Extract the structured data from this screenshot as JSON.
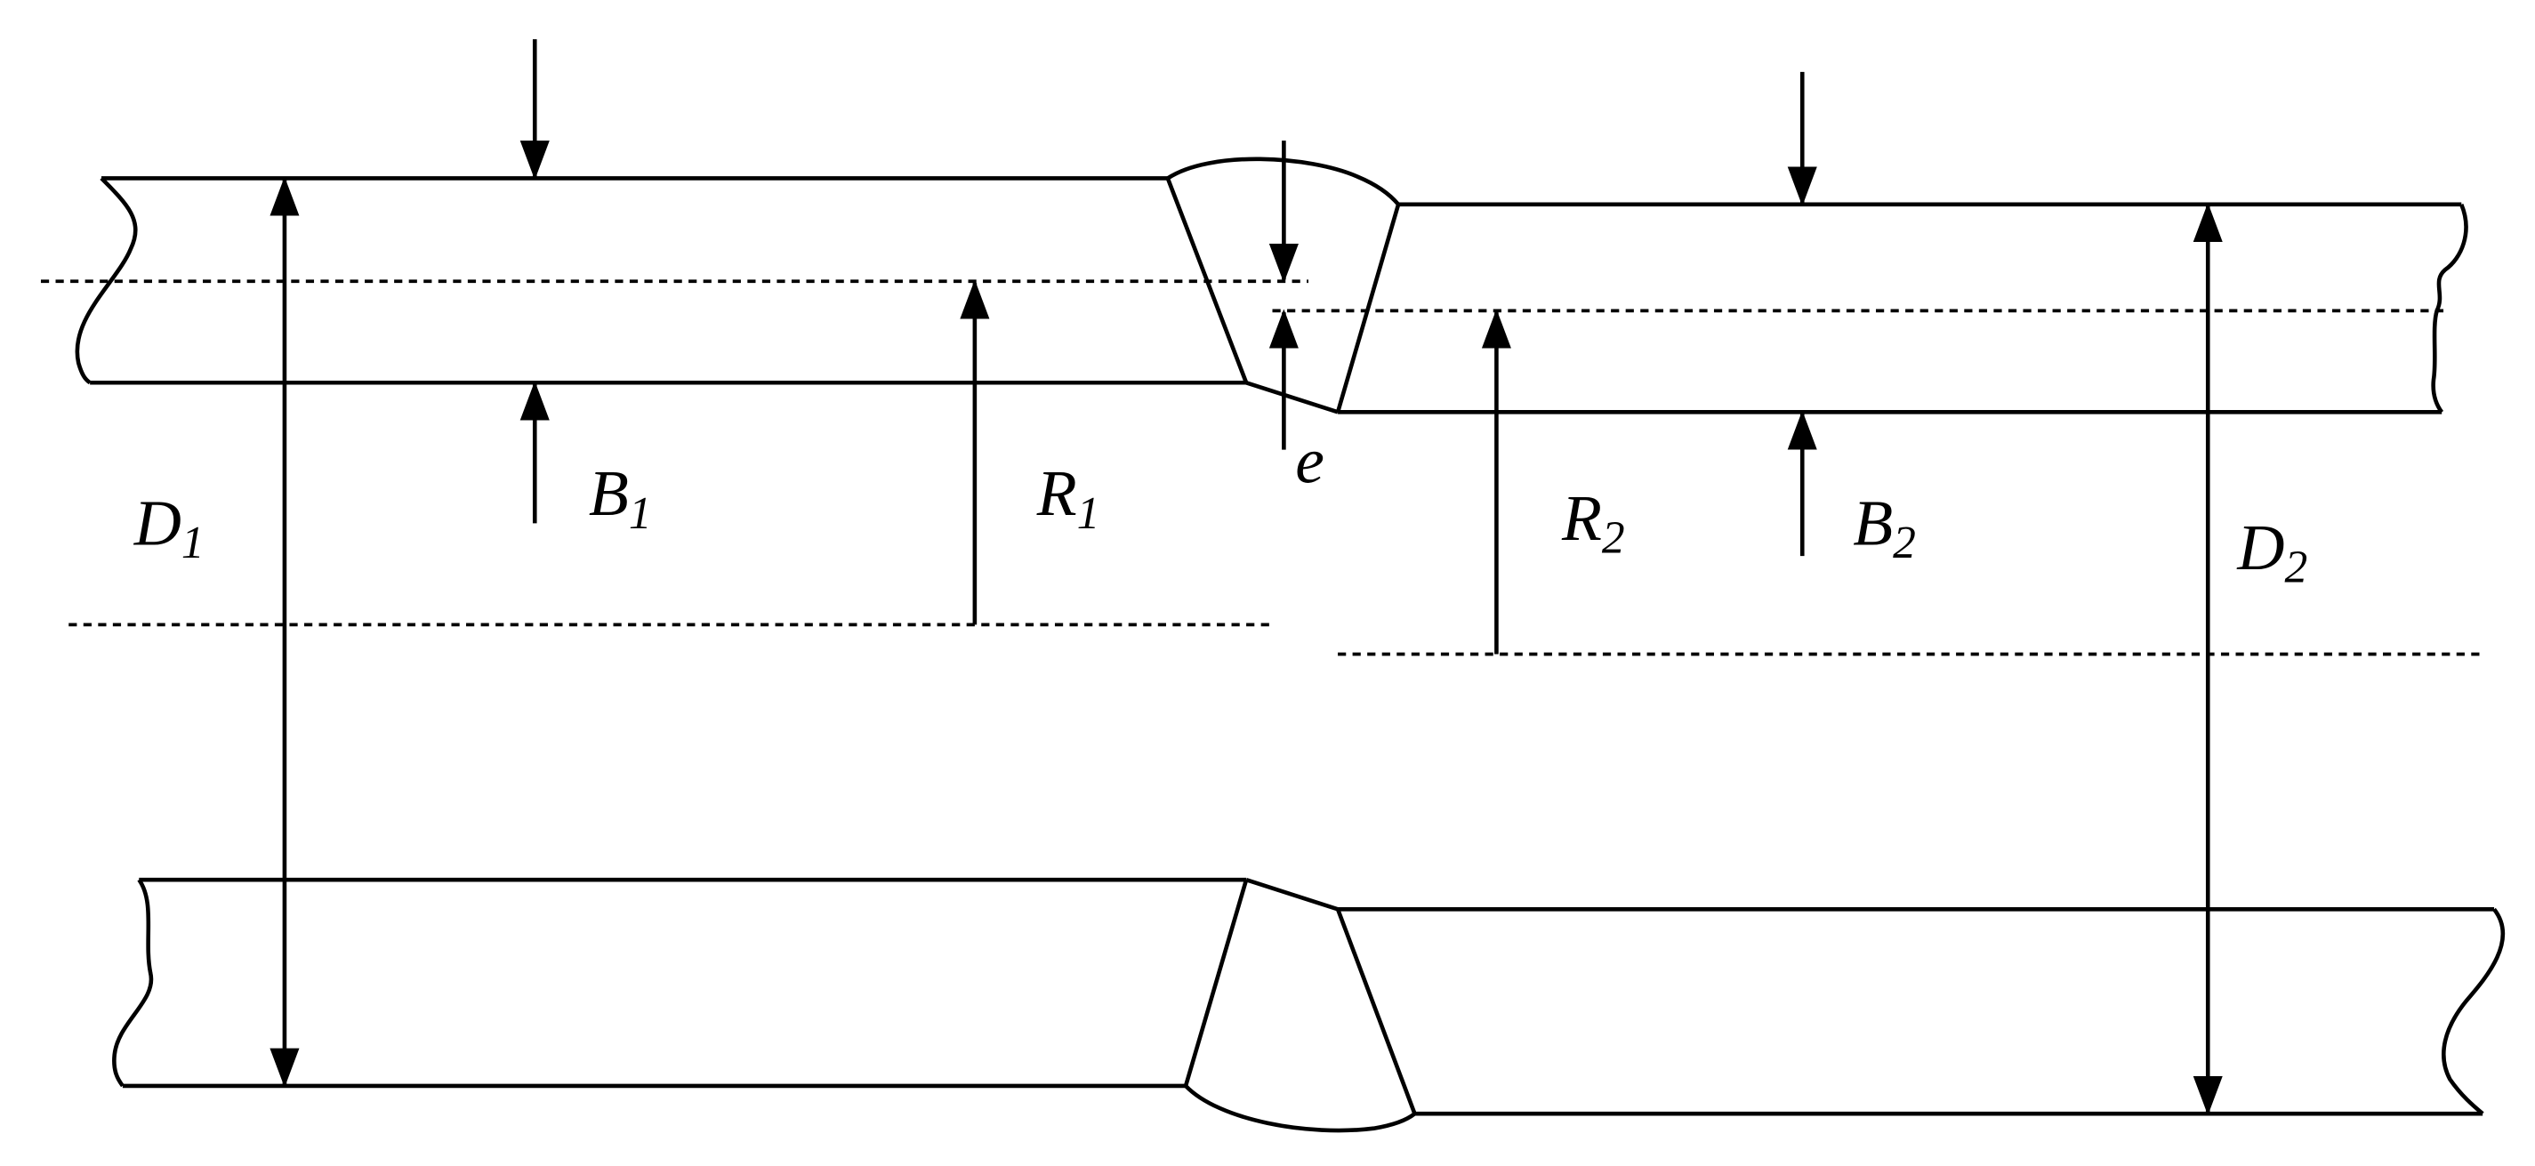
{
  "labels": {
    "D1": {
      "main": "D",
      "sub": "1"
    },
    "B1": {
      "main": "B",
      "sub": "1"
    },
    "R1": {
      "main": "R",
      "sub": "1"
    },
    "e": {
      "main": "e",
      "sub": ""
    },
    "R2": {
      "main": "R",
      "sub": "2"
    },
    "B2": {
      "main": "B",
      "sub": "2"
    },
    "D2": {
      "main": "D",
      "sub": "2"
    }
  },
  "colors": {
    "stroke": "#000000",
    "background": "#ffffff"
  }
}
